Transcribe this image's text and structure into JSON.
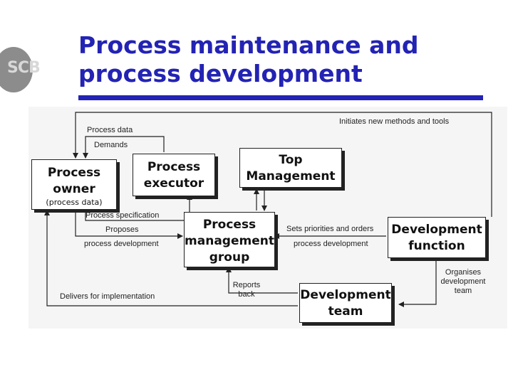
{
  "logo": {
    "text": "SCB"
  },
  "title": {
    "line1": "Process maintenance and",
    "line2": "process development"
  },
  "diagram": {
    "boxes": {
      "process_owner": {
        "main": "Process owner",
        "sub": "(process data)"
      },
      "process_executor": {
        "main": "Process executor"
      },
      "top_management": {
        "main": "Top Management"
      },
      "process_management_group": {
        "main": "Process management group"
      },
      "development_function": {
        "main": "Development function"
      },
      "development_team": {
        "main": "Development team"
      }
    },
    "labels": {
      "process_data": "Process data",
      "initiates": "Initiates new methods and tools",
      "demands": "Demands",
      "process_specification": "Process specification",
      "proposes": "Proposes",
      "process_development_left": "process development",
      "sets_priorities": "Sets priorities and orders",
      "process_development_right": "process development",
      "organises": [
        "Organises",
        "development",
        "team"
      ],
      "reports_back": [
        "Reports",
        "back"
      ],
      "delivers": "Delivers for implementation"
    }
  },
  "colors": {
    "title": "#2323b4",
    "logo": "#8c8c8c",
    "diagram_bg": "#f5f5f5"
  }
}
